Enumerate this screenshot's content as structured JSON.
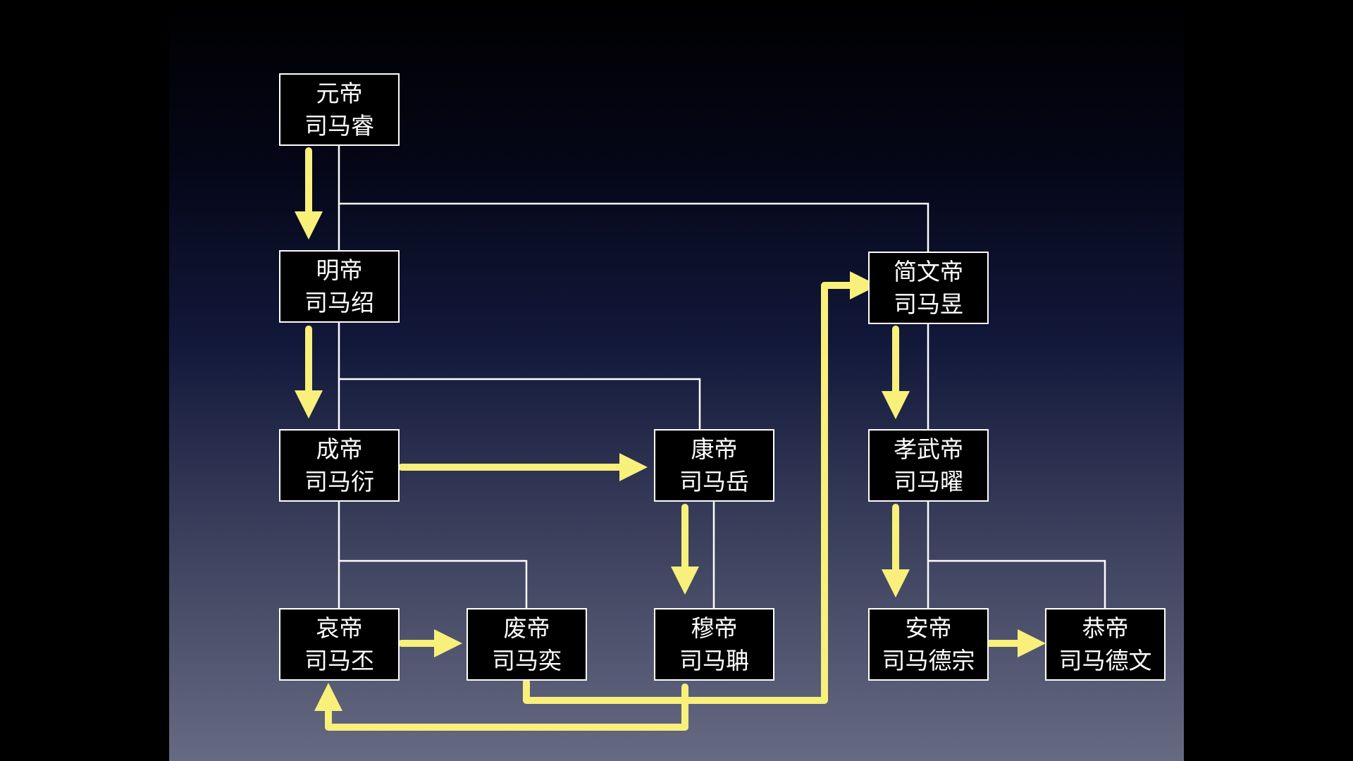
{
  "colors": {
    "box_border": "#ffffff",
    "box_fill": "#000000",
    "text": "#ffffff",
    "lineage_line": "#ffffff",
    "succession_arrow": "#f8f07a"
  },
  "persons": {
    "yuandi": {
      "title": "元帝",
      "name": "司马睿"
    },
    "mingdi": {
      "title": "明帝",
      "name": "司马绍"
    },
    "chengdi": {
      "title": "成帝",
      "name": "司马衍"
    },
    "kangdi": {
      "title": "康帝",
      "name": "司马岳"
    },
    "aidi": {
      "title": "哀帝",
      "name": "司马丕"
    },
    "feidi": {
      "title": "废帝",
      "name": "司马奕"
    },
    "mudi": {
      "title": "穆帝",
      "name": "司马聃"
    },
    "jianwendi": {
      "title": "简文帝",
      "name": "司马昱"
    },
    "xiaowudi": {
      "title": "孝武帝",
      "name": "司马曜"
    },
    "andi": {
      "title": "安帝",
      "name": "司马德宗"
    },
    "gongdi": {
      "title": "恭帝",
      "name": "司马德文"
    }
  }
}
